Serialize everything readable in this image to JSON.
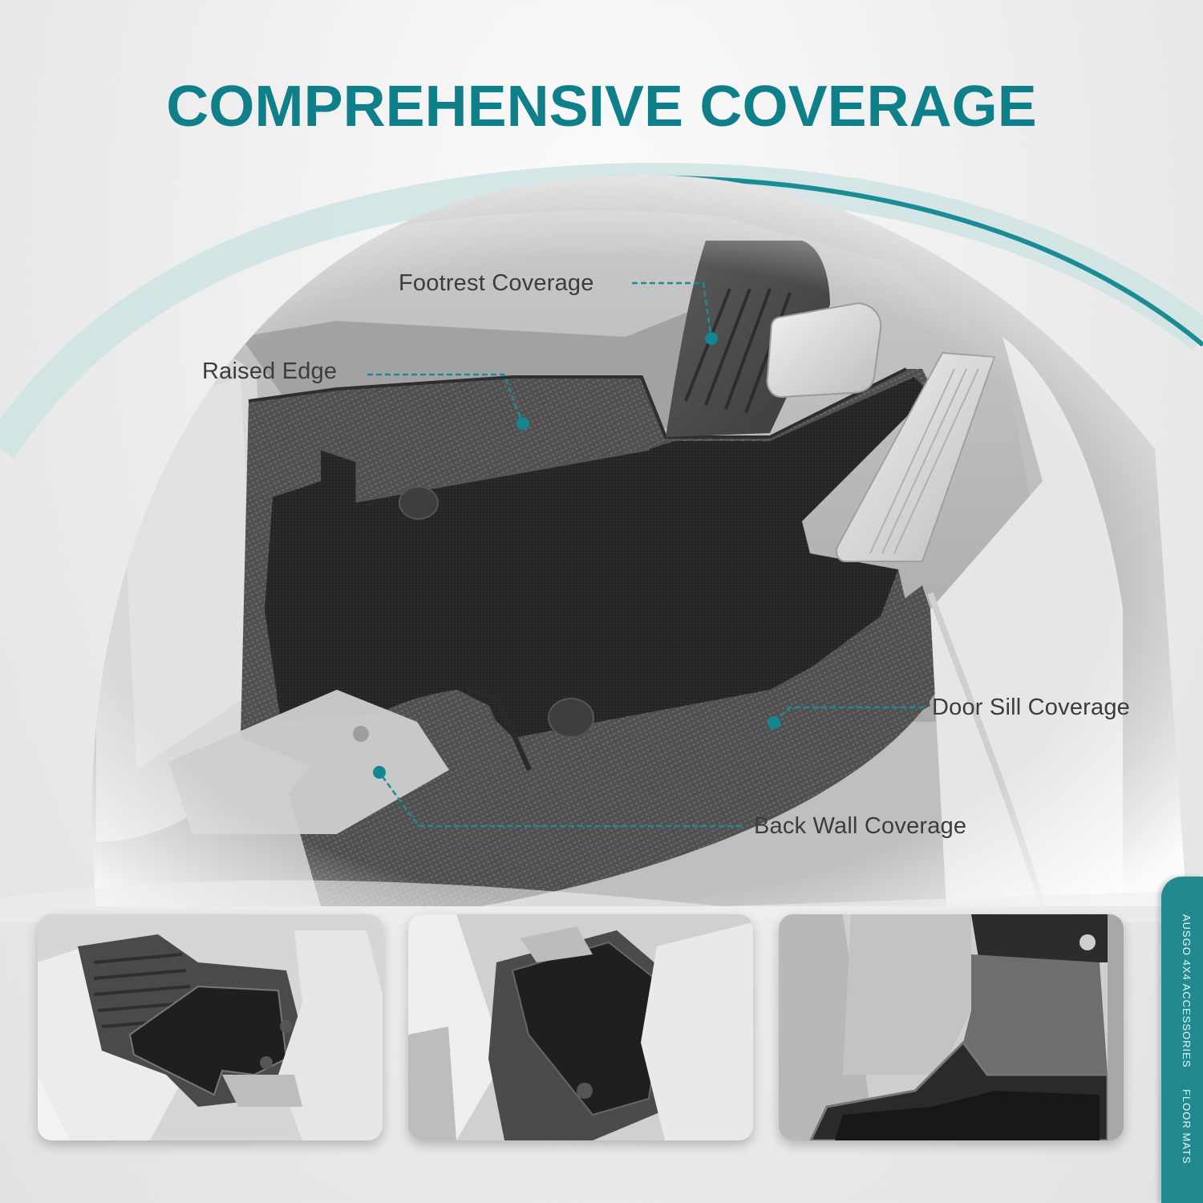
{
  "page": {
    "title": "COMPREHENSIVE COVERAGE",
    "accent_color": "#0f7f8a",
    "brand_tab_color": "#22898f"
  },
  "hero": {
    "description": "Driver-side floor mat installed in car footwell with brake and accelerator pedals",
    "callouts": [
      {
        "label": "Footrest Coverage"
      },
      {
        "label": "Raised Edge"
      },
      {
        "label": "Door Sill Coverage"
      },
      {
        "label": "Back Wall Coverage"
      }
    ]
  },
  "thumbnails": [
    {
      "description": "Front driver mat with ribbed footwell liner"
    },
    {
      "description": "Front passenger mat with carpet insert"
    },
    {
      "description": "Rear footwell mat with raised tunnel cover"
    }
  ],
  "brand": {
    "name": "AUSGO 4X4 ACCESSORIES",
    "product": "FLOOR MATS"
  }
}
